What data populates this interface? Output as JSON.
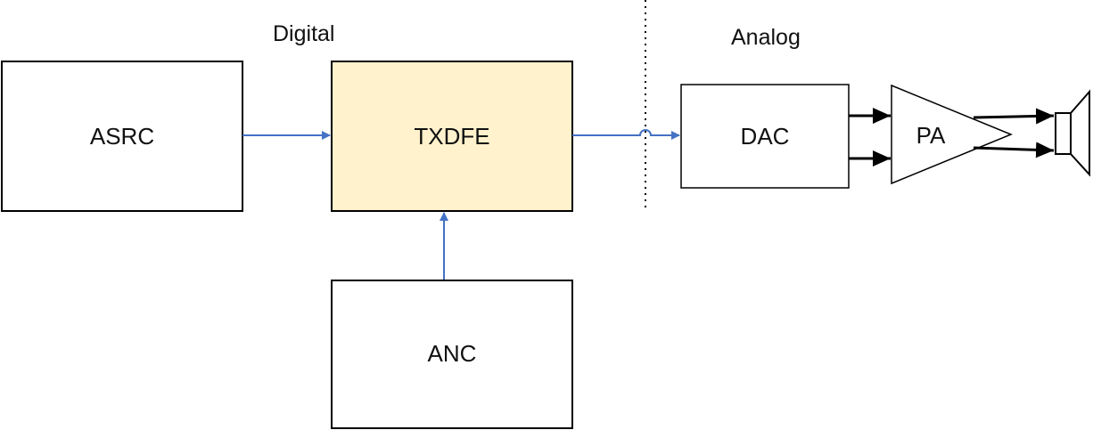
{
  "regions": {
    "digital": "Digital",
    "analog": "Analog"
  },
  "blocks": {
    "asrc": "ASRC",
    "txdfe": "TXDFE",
    "anc": "ANC",
    "dac": "DAC",
    "pa": "PA"
  },
  "colors": {
    "signal_line": "#4472C4",
    "txdfe_fill": "#FFF2CC",
    "box_stroke": "#000000"
  },
  "icons": {
    "output": "speaker-icon"
  }
}
